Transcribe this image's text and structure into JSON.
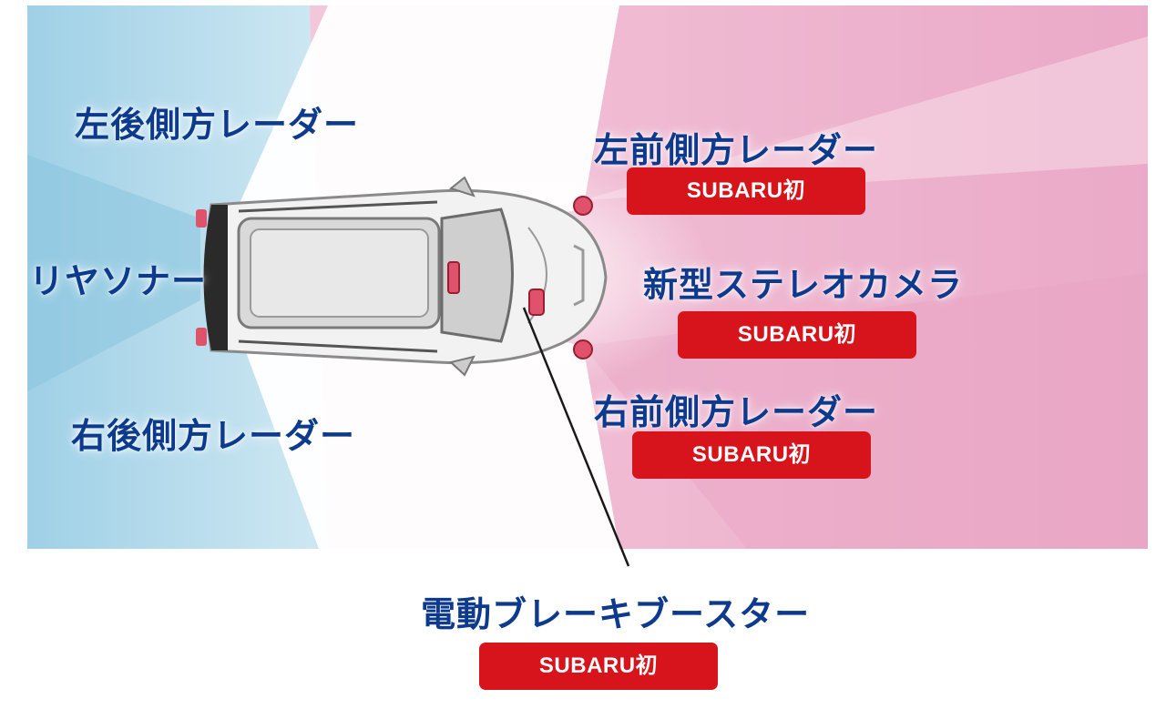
{
  "sensors": {
    "rear_left_radar": "左後側方レーダー",
    "rear_right_radar": "右後側方レーダー",
    "rear_sonar": "リヤソナー",
    "front_left_radar": "左前側方レーダー",
    "stereo_camera": "新型ステレオカメラ",
    "front_right_radar": "右前側方レーダー",
    "brake_booster": "電動ブレーキブースター"
  },
  "badge_text": "SUBARU初",
  "colors": {
    "label_text": "#0d3a8c",
    "badge_bg": "#d7141b",
    "front_zone": "#f2b8d0",
    "rear_zone": "#a9d6ea"
  }
}
